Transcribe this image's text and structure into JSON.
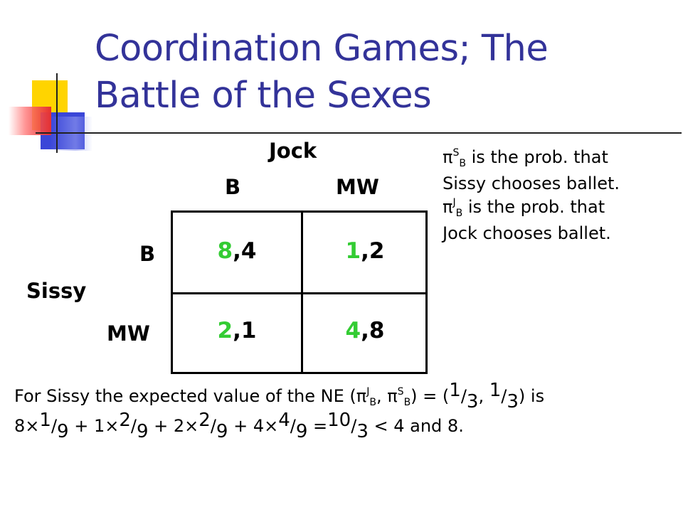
{
  "title": {
    "line1": "Coordination Games; The",
    "line2": "Battle of the Sexes"
  },
  "colors": {
    "title": "#333399",
    "sissy_payoff": "#33cc33",
    "jock_payoff": "#000000"
  },
  "table": {
    "column_player": "Jock",
    "row_player": "Sissy",
    "column_headers": [
      "B",
      "MW"
    ],
    "row_headers": [
      "B",
      "MW"
    ],
    "cells": [
      [
        {
          "sissy": "8",
          "sep": ",",
          "jock": "4"
        },
        {
          "sissy": "1",
          "sep": ",",
          "jock": "2"
        }
      ],
      [
        {
          "sissy": "2",
          "sep": ",",
          "jock": "1"
        },
        {
          "sissy": "4",
          "sep": ",",
          "jock": "8"
        }
      ]
    ]
  },
  "note": {
    "pi": "π",
    "line1_sup": "S",
    "line1_sub": "B",
    "line1_text": " is the prob. that",
    "line2": "Sissy chooses ballet.",
    "line3_sup": "J",
    "line3_sub": "B",
    "line3_text": " is the prob. that",
    "line4": "Jock chooses ballet."
  },
  "formula": {
    "line1_start": "For Sissy the expected value of the NE (",
    "pi": "π",
    "j": "J",
    "b": "B",
    "s": "S",
    "comma": ", ",
    "close_eq": ") = (",
    "n1": "1",
    "d1": "3",
    "sep": ", ",
    "n2": "1",
    "d2": "3",
    "end": ") is",
    "t1": "8×",
    "n3": "1",
    "d3": "9",
    "t2": " + 1×",
    "n4": "2",
    "d4": "9",
    "t3": " + 2×",
    "n5": "2",
    "d5": "9",
    "t4": " + 4×",
    "n6": "4",
    "d6": "9",
    "t5": " =",
    "n7": "10",
    "d7": "3",
    "t6": " < 4 and 8."
  }
}
